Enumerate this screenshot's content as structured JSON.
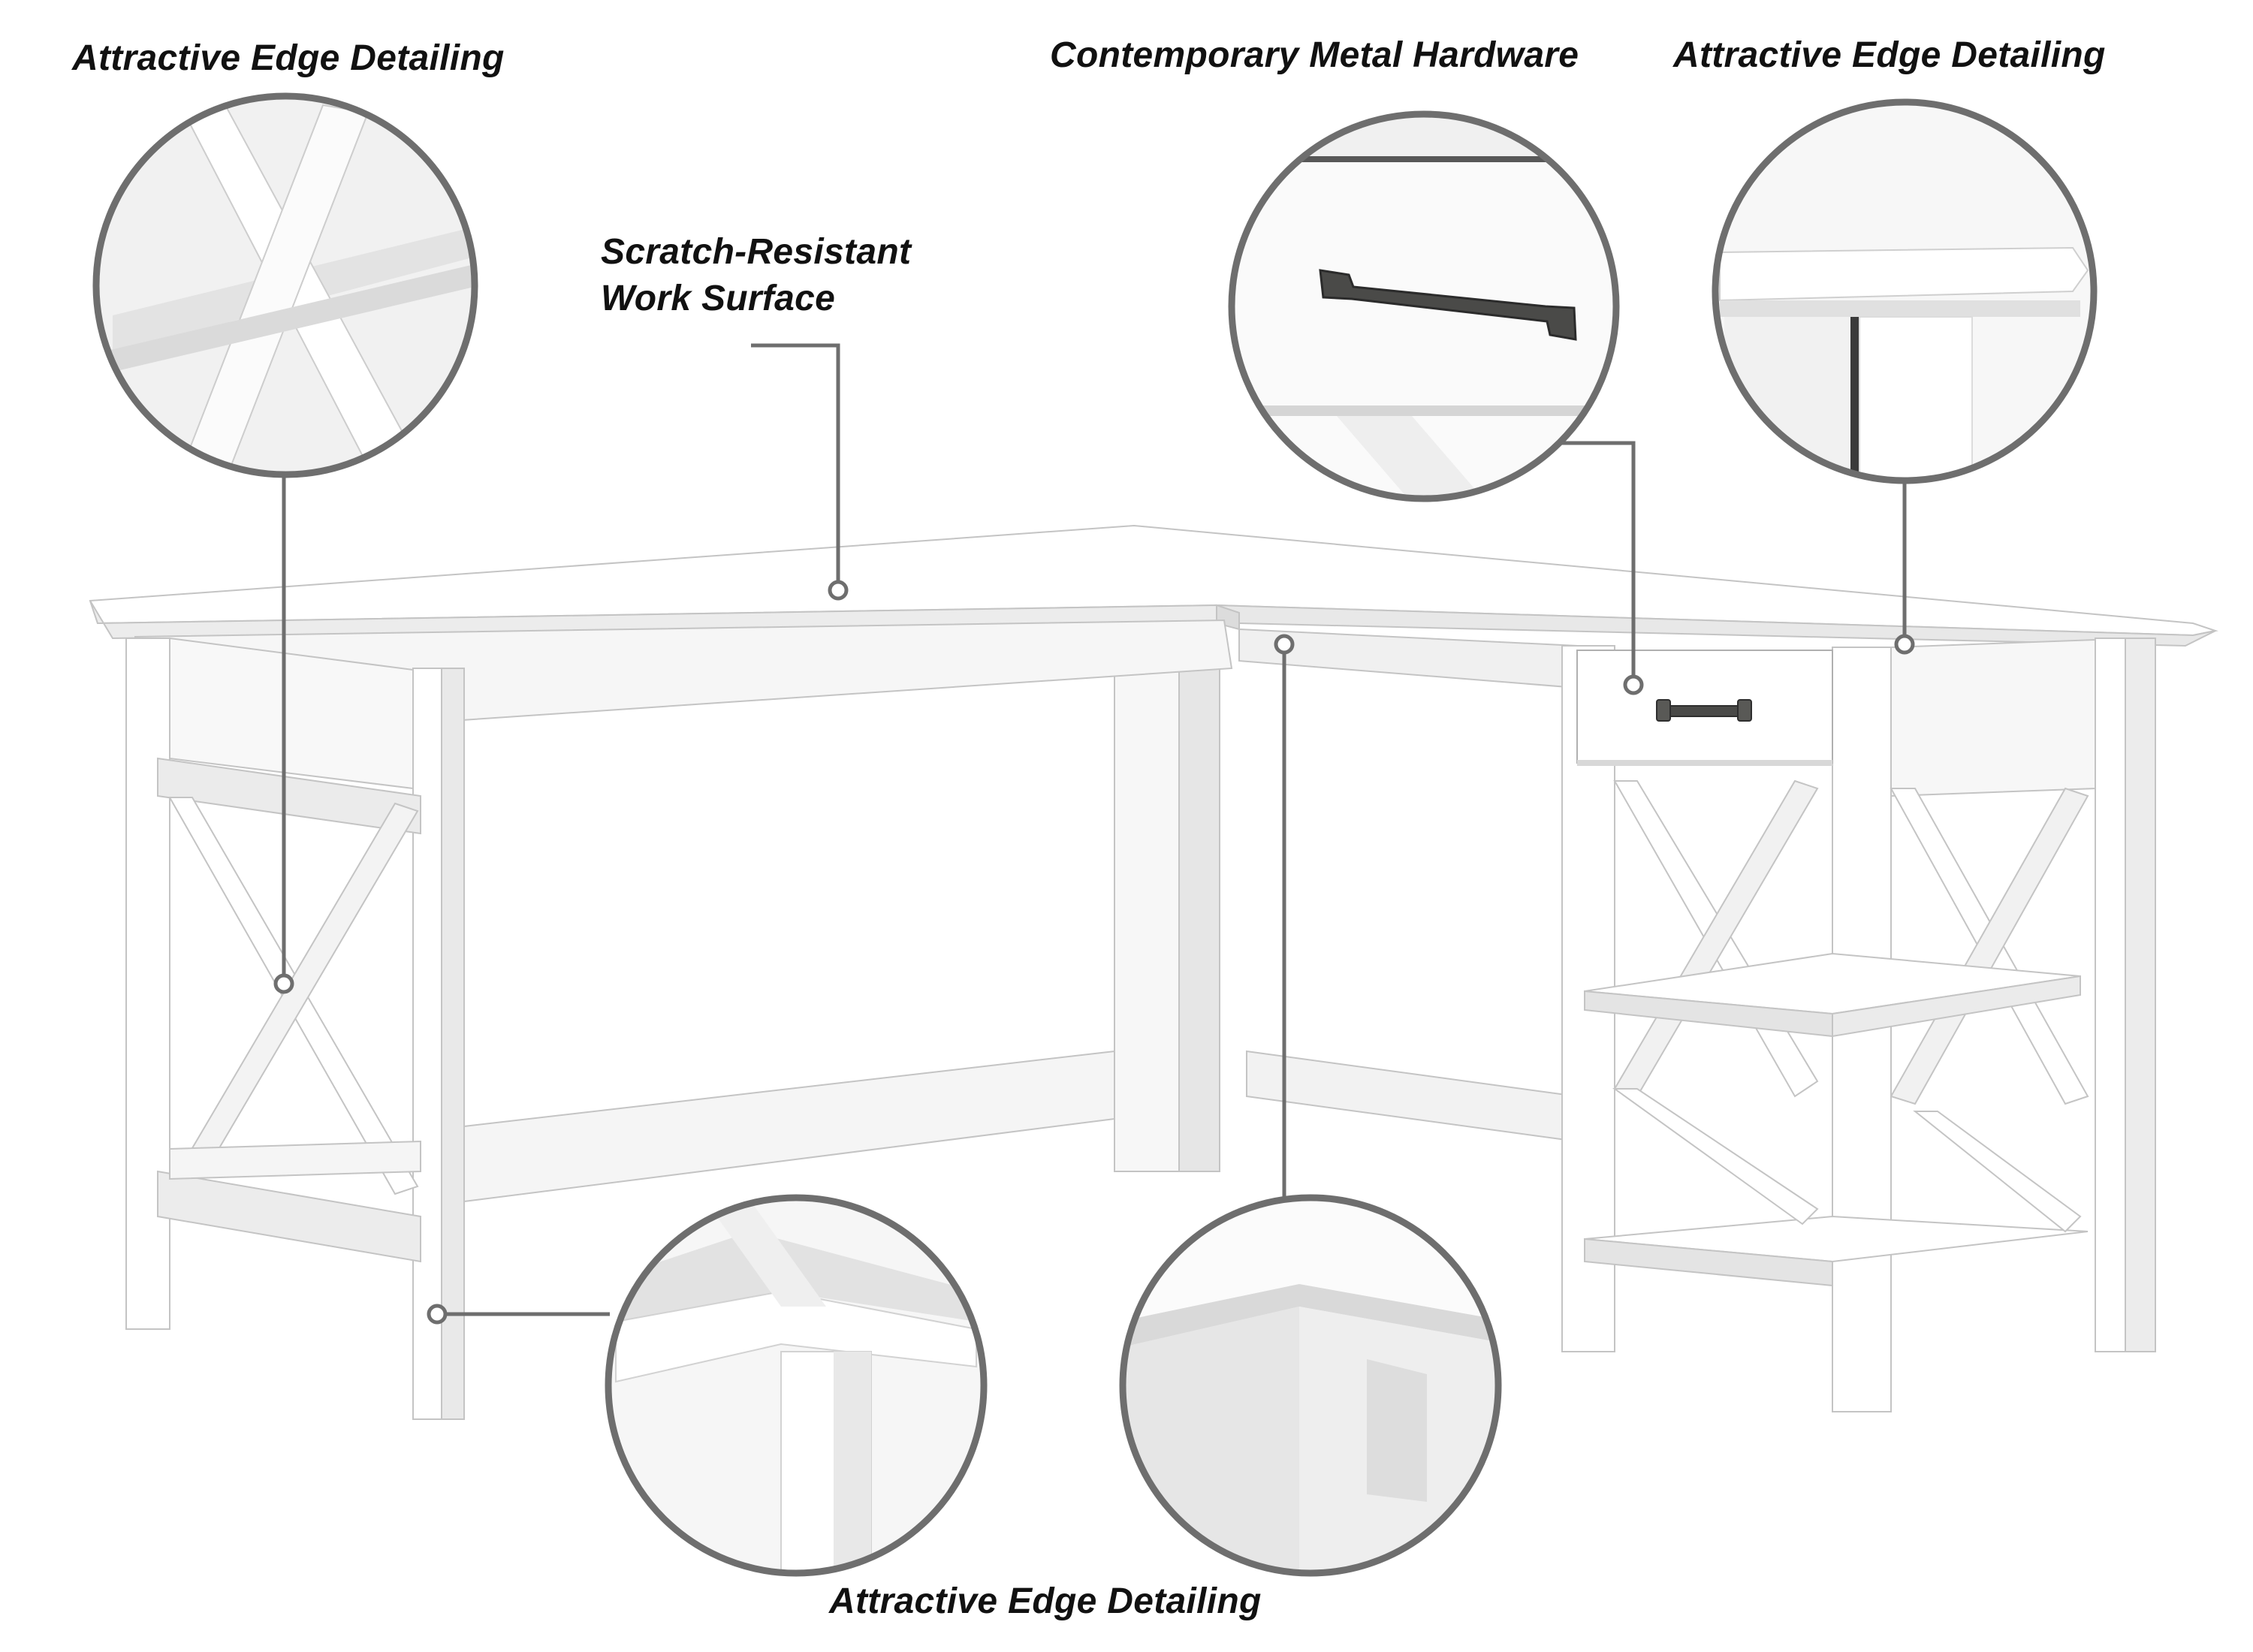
{
  "callouts": {
    "top_left": "Attractive Edge Detailing",
    "surface_line1": "Scratch-Resistant",
    "surface_line2": "Work Surface",
    "hardware": "Contemporary Metal Hardware",
    "top_right": "Attractive Edge Detailing",
    "bottom": "Attractive Edge Detailing"
  },
  "colors": {
    "desk_white": "#ffffff",
    "desk_shade": "#e9e9e9",
    "desk_shadow": "#cfcfcf",
    "outline": "#b8b8b8",
    "callout_ring": "#6e6e6e",
    "handle": "#4a4a48"
  },
  "product": "white L-shaped desk with X-frame sides, single drawer and two open shelves"
}
